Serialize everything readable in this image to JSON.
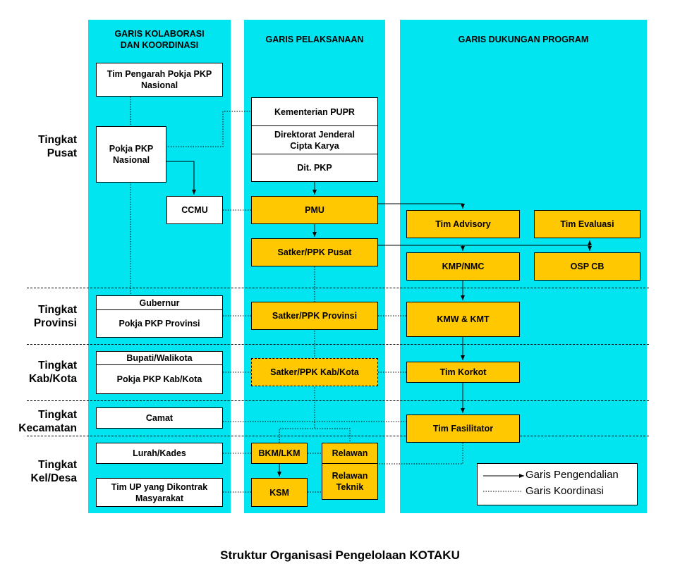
{
  "columns": {
    "kolaborasi": "GARIS KOLABORASI\nDAN KOORDINASI",
    "pelaksanaan": "GARIS PELAKSANAAN",
    "dukungan": "GARIS DUKUNGAN PROGRAM"
  },
  "levels": {
    "pusat": "Tingkat\nPusat",
    "provinsi": "Tingkat\nProvinsi",
    "kabkota": "Tingkat\nKab/Kota",
    "kecamatan": "Tingkat\nKecamatan",
    "keldesa": "Tingkat\nKel/Desa"
  },
  "boxes": {
    "tim_pengarah": "Tim Pengarah Pokja PKP\nNasional",
    "pokja_nasional": "Pokja PKP\nNasional",
    "ccmu": "CCMU",
    "gubernur": "Gubernur",
    "pokja_provinsi": "Pokja PKP Provinsi",
    "bupati": "Bupati/Walikota",
    "pokja_kab": "Pokja PKP Kab/Kota",
    "camat": "Camat",
    "lurah": "Lurah/Kades",
    "tim_up": "Tim UP yang Dikontrak\nMasyarakat",
    "kementerian": "Kementerian PUPR",
    "dirjen": "Direktorat Jenderal\nCipta Karya",
    "dit_pkp": "Dit. PKP",
    "pmu": "PMU",
    "satker_pusat": "Satker/PPK Pusat",
    "satker_provinsi": "Satker/PPK Provinsi",
    "satker_kab": "Satker/PPK Kab/Kota",
    "bkm": "BKM/LKM",
    "ksm": "KSM",
    "relawan": "Relawan",
    "relawan_teknik": "Relawan\nTeknik",
    "tim_advisory": "Tim Advisory",
    "tim_evaluasi": "Tim Evaluasi",
    "kmp": "KMP/NMC",
    "osp": "OSP CB",
    "kmw": "KMW & KMT",
    "korkot": "Tim Korkot",
    "fasilitator": "Tim Fasilitator"
  },
  "legend": {
    "pengendalian": "Garis Pengendalian",
    "koordinasi": "Garis Koordinasi"
  },
  "caption": "Struktur Organisasi Pengelolaan KOTAKU",
  "colors": {
    "column_bg": "#00e5ef",
    "highlight_box": "#ffc800",
    "plain_box": "#ffffff",
    "line": "#000000"
  }
}
